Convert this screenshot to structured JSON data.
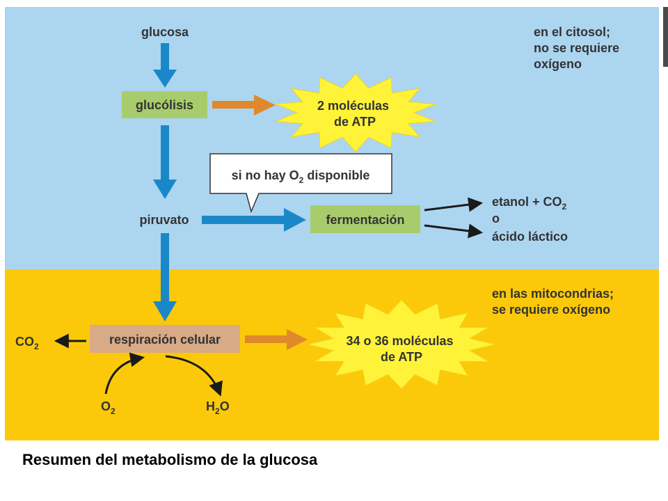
{
  "colors": {
    "cytosol_bg": "#acd5f0",
    "mito_bg": "#fbc90a",
    "arrow_blue": "#1a88c8",
    "arrow_orange": "#e0892a",
    "step_green": "#a8cc6c",
    "step_tan": "#d8aa86",
    "burst_yellow": "#fff33a",
    "text": "#333333"
  },
  "zones": {
    "cytosol": {
      "line1": "en el citosol;",
      "line2": "no se requiere",
      "line3": "oxígeno"
    },
    "mitochondria": {
      "line1": "en las mitocondrias;",
      "line2": "se requiere oxígeno"
    }
  },
  "nodes": {
    "glucose": "glucosa",
    "glycolysis": "glucólisis",
    "pyruvate": "piruvato",
    "fermentation": "fermentación",
    "respiration": "respiración celular"
  },
  "products": {
    "glycolysis_atp": {
      "line1": "2 moléculas",
      "line2": "de ATP"
    },
    "respiration_atp": {
      "line1": "34 o 36 moléculas",
      "line2": "de ATP"
    },
    "ethanol": "etanol + CO",
    "ethanol_sub": "2",
    "or": "o",
    "lactic": "ácido láctico",
    "co2": "CO",
    "co2_sub": "2",
    "o2": "O",
    "o2_sub": "2",
    "h2o_h": "H",
    "h2o_sub": "2",
    "h2o_o": "O"
  },
  "callout": {
    "prefix": "si no hay O",
    "sub": "2",
    "suffix": " disponible"
  },
  "caption": "Resumen del metabolismo de la glucosa"
}
